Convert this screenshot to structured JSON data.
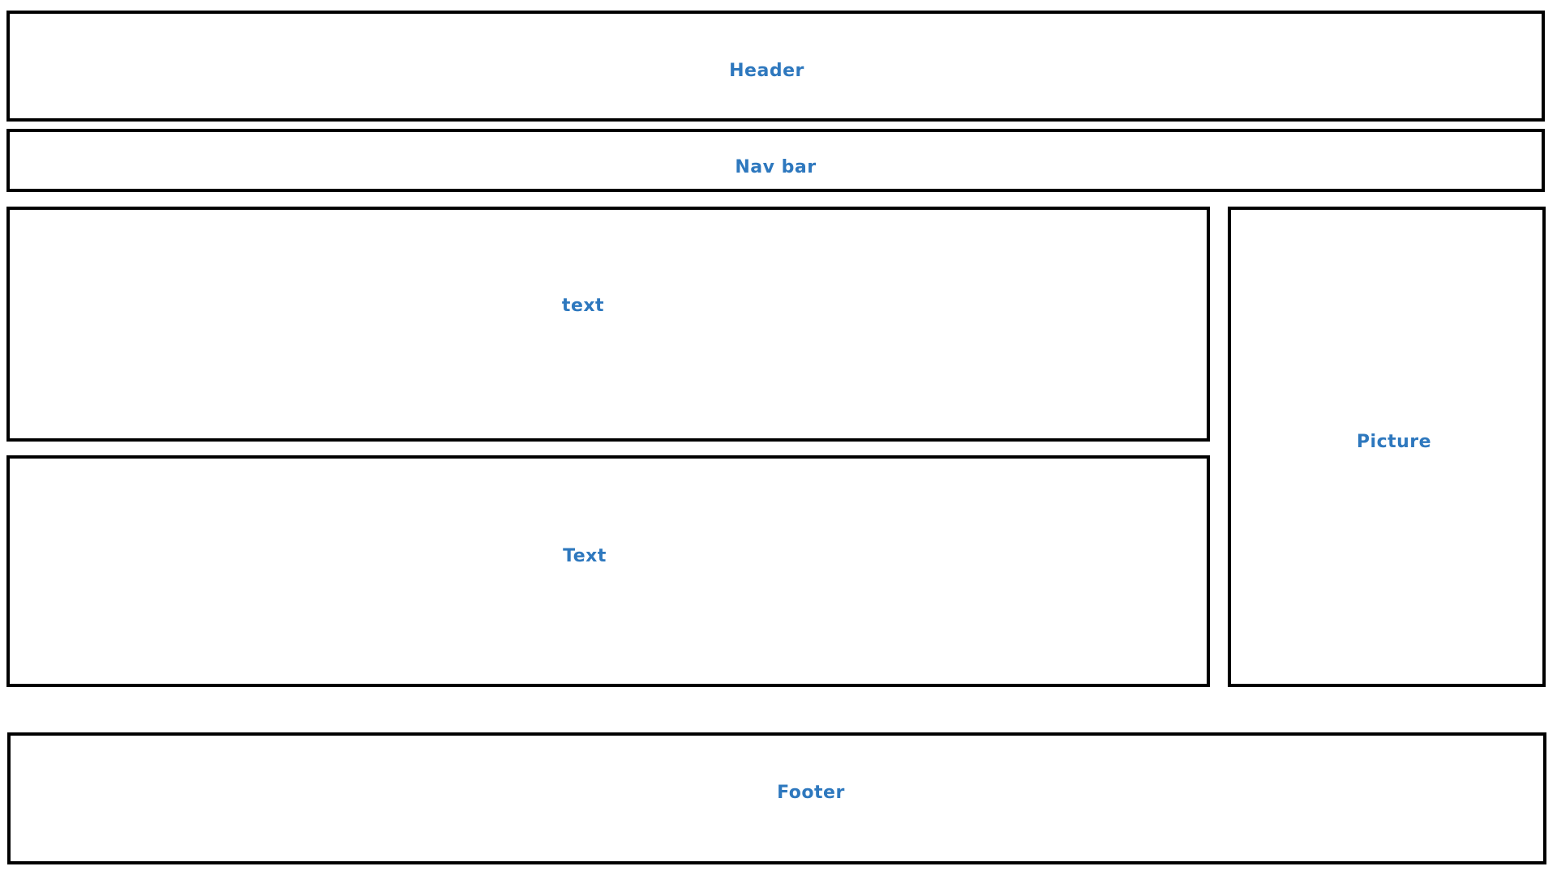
{
  "colors": {
    "background": "#ffffff",
    "box_border": "#000000",
    "label_text": "#2e78be"
  },
  "wireframe": {
    "header": {
      "label": "Header"
    },
    "navbar": {
      "label": "Nav bar"
    },
    "text_top": {
      "label": "text"
    },
    "text_bottom": {
      "label": "Text"
    },
    "picture": {
      "label": "Picture"
    },
    "footer": {
      "label": "Footer"
    }
  }
}
